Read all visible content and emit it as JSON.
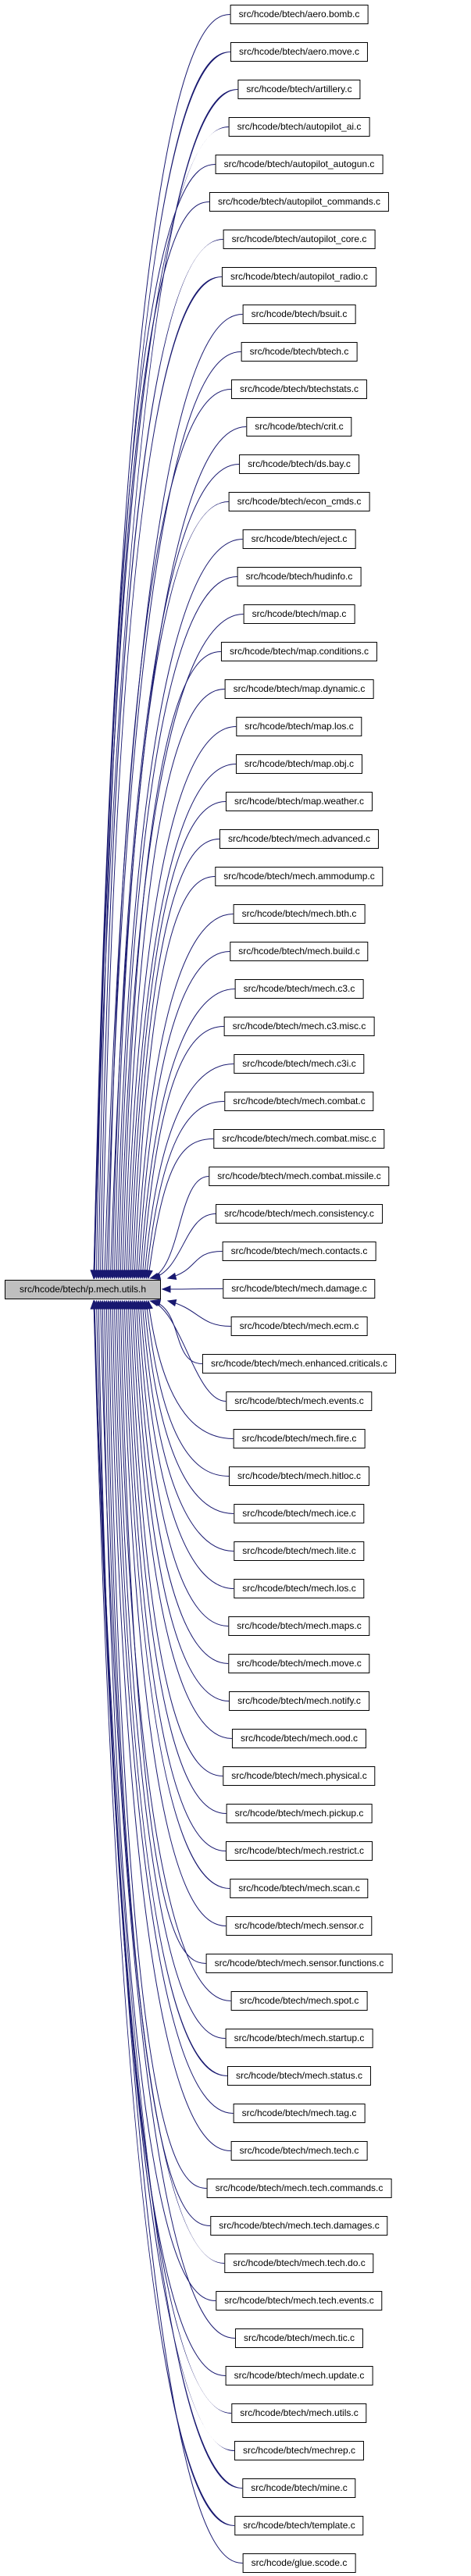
{
  "graph": {
    "edge_color": "#191970",
    "main_node": {
      "label": "src/hcode/btech/p.mech.utils.h",
      "fill": "#bfbfbf"
    },
    "nodes": [
      "src/hcode/btech/aero.bomb.c",
      "src/hcode/btech/aero.move.c",
      "src/hcode/btech/artillery.c",
      "src/hcode/btech/autopilot_ai.c",
      "src/hcode/btech/autopilot_autogun.c",
      "src/hcode/btech/autopilot_commands.c",
      "src/hcode/btech/autopilot_core.c",
      "src/hcode/btech/autopilot_radio.c",
      "src/hcode/btech/bsuit.c",
      "src/hcode/btech/btech.c",
      "src/hcode/btech/btechstats.c",
      "src/hcode/btech/crit.c",
      "src/hcode/btech/ds.bay.c",
      "src/hcode/btech/econ_cmds.c",
      "src/hcode/btech/eject.c",
      "src/hcode/btech/hudinfo.c",
      "src/hcode/btech/map.c",
      "src/hcode/btech/map.conditions.c",
      "src/hcode/btech/map.dynamic.c",
      "src/hcode/btech/map.los.c",
      "src/hcode/btech/map.obj.c",
      "src/hcode/btech/map.weather.c",
      "src/hcode/btech/mech.advanced.c",
      "src/hcode/btech/mech.ammodump.c",
      "src/hcode/btech/mech.bth.c",
      "src/hcode/btech/mech.build.c",
      "src/hcode/btech/mech.c3.c",
      "src/hcode/btech/mech.c3.misc.c",
      "src/hcode/btech/mech.c3i.c",
      "src/hcode/btech/mech.combat.c",
      "src/hcode/btech/mech.combat.misc.c",
      "src/hcode/btech/mech.combat.missile.c",
      "src/hcode/btech/mech.consistency.c",
      "src/hcode/btech/mech.contacts.c",
      "src/hcode/btech/mech.damage.c",
      "src/hcode/btech/mech.ecm.c",
      "src/hcode/btech/mech.enhanced.criticals.c",
      "src/hcode/btech/mech.events.c",
      "src/hcode/btech/mech.fire.c",
      "src/hcode/btech/mech.hitloc.c",
      "src/hcode/btech/mech.ice.c",
      "src/hcode/btech/mech.lite.c",
      "src/hcode/btech/mech.los.c",
      "src/hcode/btech/mech.maps.c",
      "src/hcode/btech/mech.move.c",
      "src/hcode/btech/mech.notify.c",
      "src/hcode/btech/mech.ood.c",
      "src/hcode/btech/mech.physical.c",
      "src/hcode/btech/mech.pickup.c",
      "src/hcode/btech/mech.restrict.c",
      "src/hcode/btech/mech.scan.c",
      "src/hcode/btech/mech.sensor.c",
      "src/hcode/btech/mech.sensor.functions.c",
      "src/hcode/btech/mech.spot.c",
      "src/hcode/btech/mech.startup.c",
      "src/hcode/btech/mech.status.c",
      "src/hcode/btech/mech.tag.c",
      "src/hcode/btech/mech.tech.c",
      "src/hcode/btech/mech.tech.commands.c",
      "src/hcode/btech/mech.tech.damages.c",
      "src/hcode/btech/mech.tech.do.c",
      "src/hcode/btech/mech.tech.events.c",
      "src/hcode/btech/mech.tic.c",
      "src/hcode/btech/mech.update.c",
      "src/hcode/btech/mech.utils.c",
      "src/hcode/btech/mechrep.c",
      "src/hcode/btech/mine.c",
      "src/hcode/btech/template.c",
      "src/hcode/glue.scode.c"
    ]
  }
}
